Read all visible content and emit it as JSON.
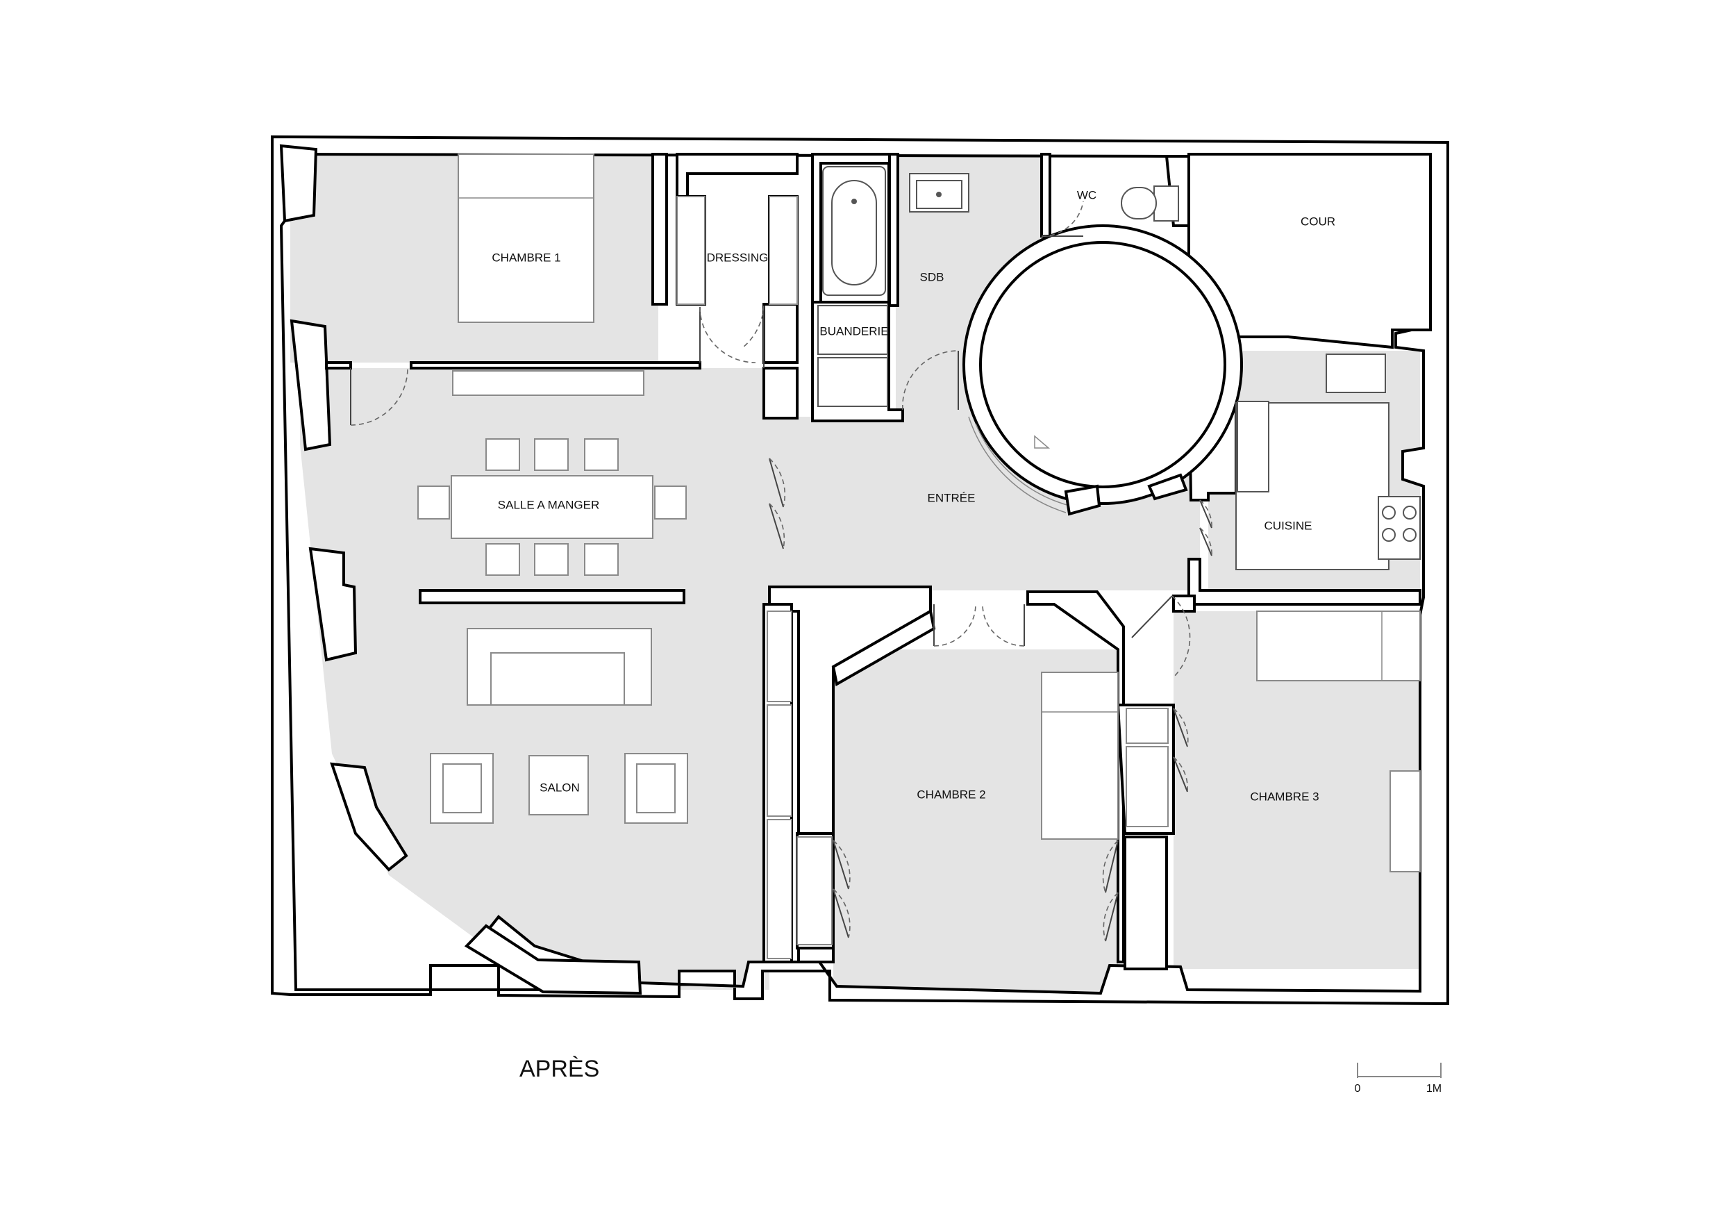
{
  "plan": {
    "title": "APRÈS",
    "rooms": {
      "chambre1": "CHAMBRE 1",
      "dressing": "DRESSING",
      "sdb": "SDB",
      "wc": "WC",
      "cour": "COUR",
      "buanderie": "BUANDERIE",
      "salle_a_manger": "SALLE A MANGER",
      "entree": "ENTRÉE",
      "cuisine": "CUISINE",
      "salon": "SALON",
      "chambre2": "CHAMBRE 2",
      "chambre3": "CHAMBRE 3"
    },
    "scale": {
      "start": "0",
      "end": "1M"
    }
  }
}
